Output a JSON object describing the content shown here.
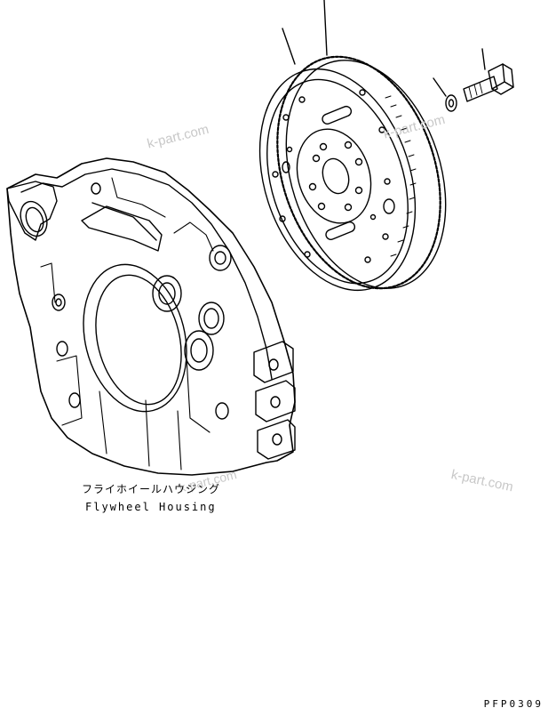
{
  "labels": {
    "housing_jp": "フライホイールハウジング",
    "housing_en": "Flywheel Housing",
    "figure_code": "PFP0309"
  },
  "watermarks": [
    "k-part.com",
    "k-part.com",
    "k-part.com",
    "k-part.com"
  ],
  "colors": {
    "line": "#000000",
    "background": "#ffffff",
    "watermark": "#c8c8c8"
  },
  "parts": {
    "flywheel": "flywheel",
    "bolt": "bolt",
    "washer": "washer",
    "housing": "flywheel-housing"
  }
}
